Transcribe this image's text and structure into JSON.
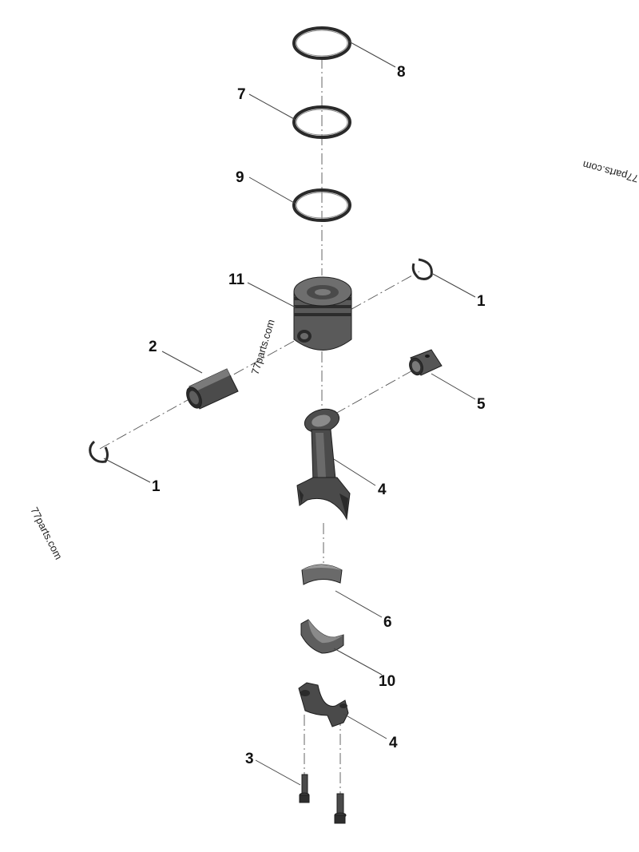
{
  "callouts": {
    "c8": "8",
    "c7": "7",
    "c9": "9",
    "c11": "11",
    "c1_right": "1",
    "c2": "2",
    "c5": "5",
    "c1_left": "1",
    "c4_rod": "4",
    "c6": "6",
    "c10": "10",
    "c4_cap": "4",
    "c3": "3"
  },
  "watermarks": {
    "top_right": "77parts.com",
    "center": "77parts.com",
    "left": "77parts.com"
  },
  "colors": {
    "part_dark": "#3c3c3c",
    "part_mid": "#5a5a5a",
    "part_light": "#8a8a8a",
    "background": "#ffffff"
  }
}
